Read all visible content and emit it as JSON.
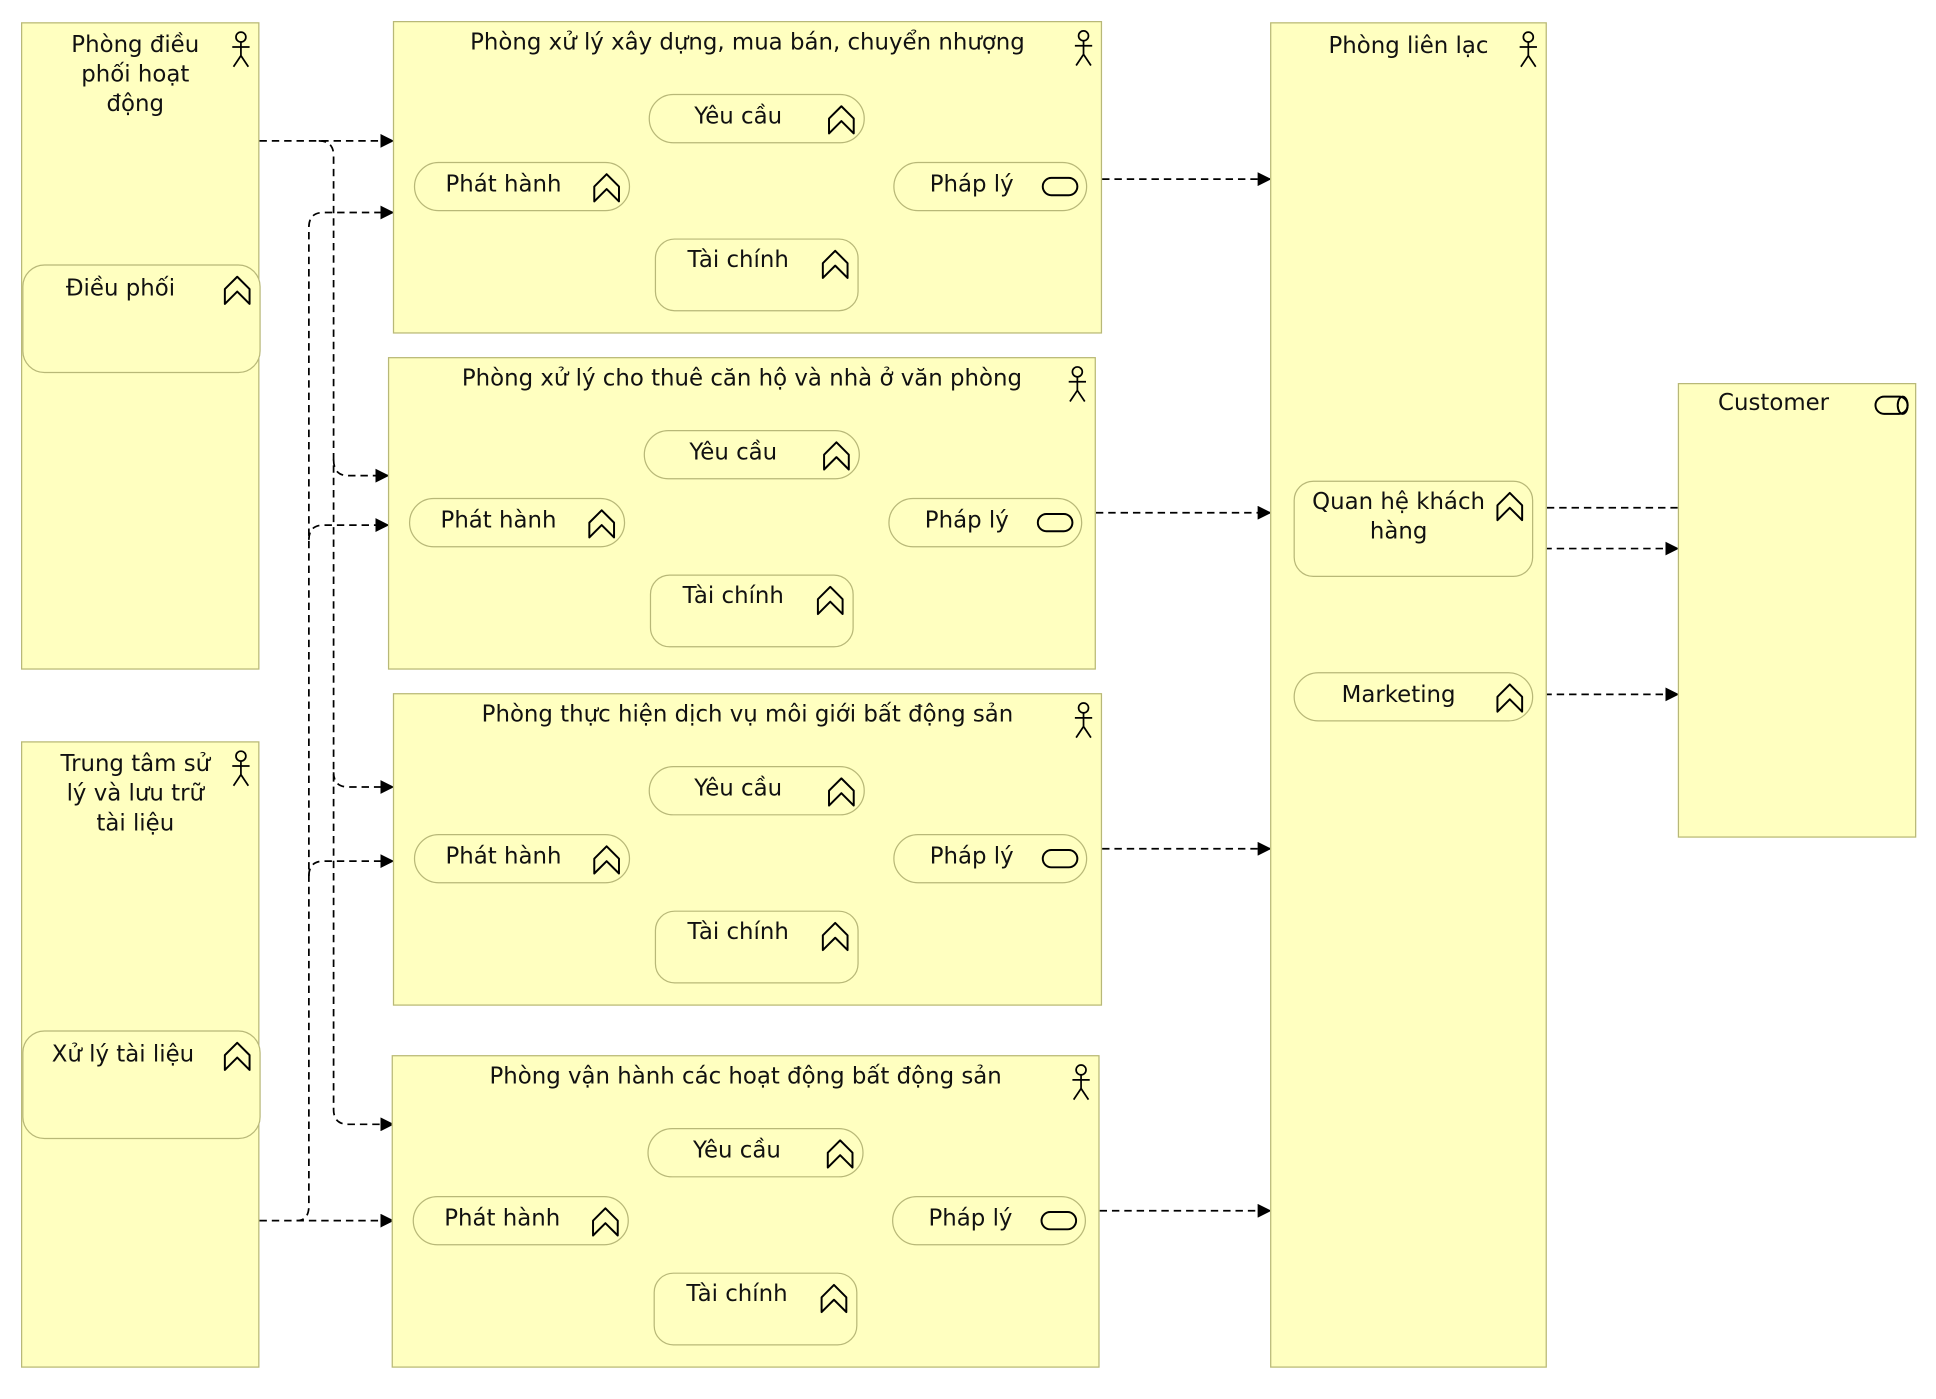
{
  "actors": {
    "coordination": {
      "title": "Phòng điều phối hoạt động",
      "process": "Điều phối"
    },
    "documents": {
      "title": "Trung tâm sử lý và lưu trữ tài liệu",
      "process": "Xử lý tài liệu"
    },
    "liaison": {
      "title": "Phòng liên lạc",
      "processes": [
        "Quan hệ khách hàng",
        "Marketing"
      ]
    },
    "customer": {
      "title": "Customer"
    }
  },
  "departments": [
    {
      "title": "Phòng xử lý xây dựng, mua bán, chuyển nhượng",
      "request": "Yêu cầu",
      "issue": "Phát hành",
      "legal": "Pháp lý",
      "finance": "Tài chính"
    },
    {
      "title": "Phòng xử lý cho thuê căn hộ và nhà ở văn phòng",
      "request": "Yêu cầu",
      "issue": "Phát hành",
      "legal": "Pháp lý",
      "finance": "Tài chính"
    },
    {
      "title": "Phòng thực hiện dịch vụ môi giới bất động sản",
      "request": "Yêu cầu",
      "issue": "Phát hành",
      "legal": "Pháp lý",
      "finance": "Tài chính"
    },
    {
      "title": "Phòng vận hành các hoạt động bất động sản",
      "request": "Yêu cầu",
      "issue": "Phát hành",
      "legal": "Pháp lý",
      "finance": "Tài chính"
    }
  ],
  "icons": {
    "actor": "actor-icon",
    "process": "process-icon",
    "service": "service-icon"
  },
  "colors": {
    "fill": "#ffffc0",
    "border": "#b8b878",
    "line": "#000000"
  }
}
